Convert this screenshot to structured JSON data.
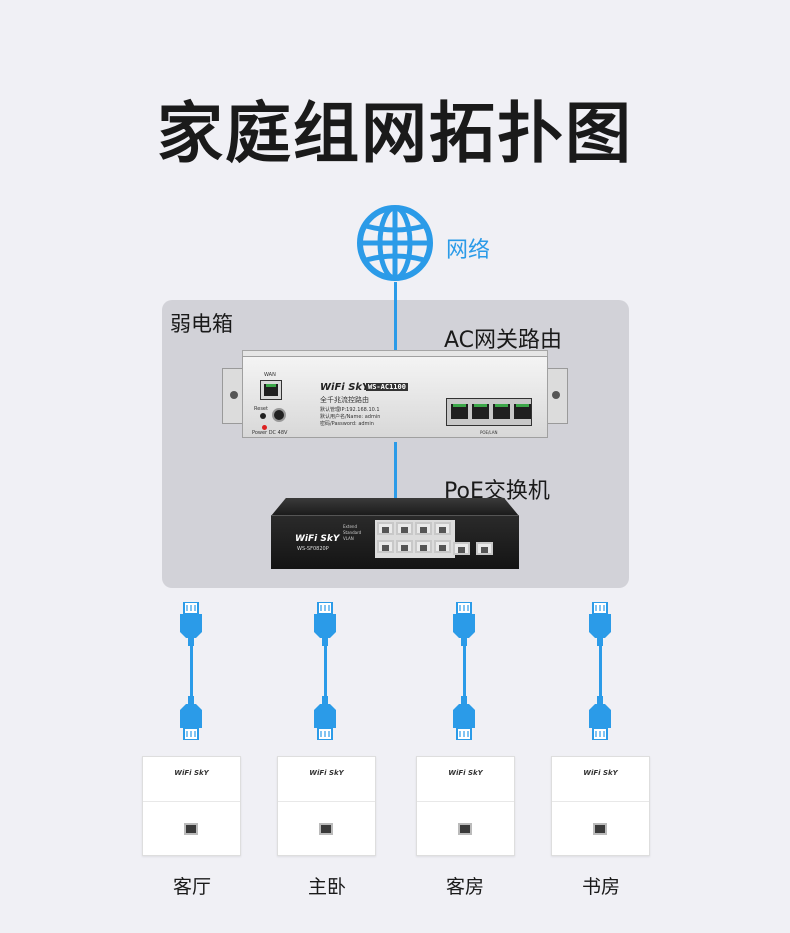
{
  "title": "家庭组网拓扑图",
  "network": {
    "label": "网络",
    "icon": "globe-icon"
  },
  "cabinet": {
    "label": "弱电箱"
  },
  "router": {
    "label": "AC网关路由",
    "brand": "WiFi SkY",
    "model": "WS-AC1100",
    "subtitle": "全千兆流控路由",
    "info_ip": "默认管理IP:192.168.10.1",
    "info_user": "默认用户名/Name: admin",
    "info_pwd": "密码/Password: admin",
    "wan_label": "WAN",
    "reset_label": "Reset",
    "power_label": "Power  DC 48V",
    "lan_label": "POE/LAN"
  },
  "poe_switch": {
    "label": "PoE交换机",
    "brand": "WiFi SkY",
    "model": "WS-SF0820P",
    "status_labels": [
      "Extend",
      "Standard",
      "VLAN"
    ]
  },
  "panels": [
    {
      "brand": "WiFi SkY",
      "room": "客厅"
    },
    {
      "brand": "WiFi SkY",
      "room": "主卧"
    },
    {
      "brand": "WiFi SkY",
      "room": "客房"
    },
    {
      "brand": "WiFi SkY",
      "room": "书房"
    }
  ],
  "colors": {
    "accent": "#2b9be8",
    "background": "#f0f0f5",
    "cabinet": "#d2d2d8"
  }
}
